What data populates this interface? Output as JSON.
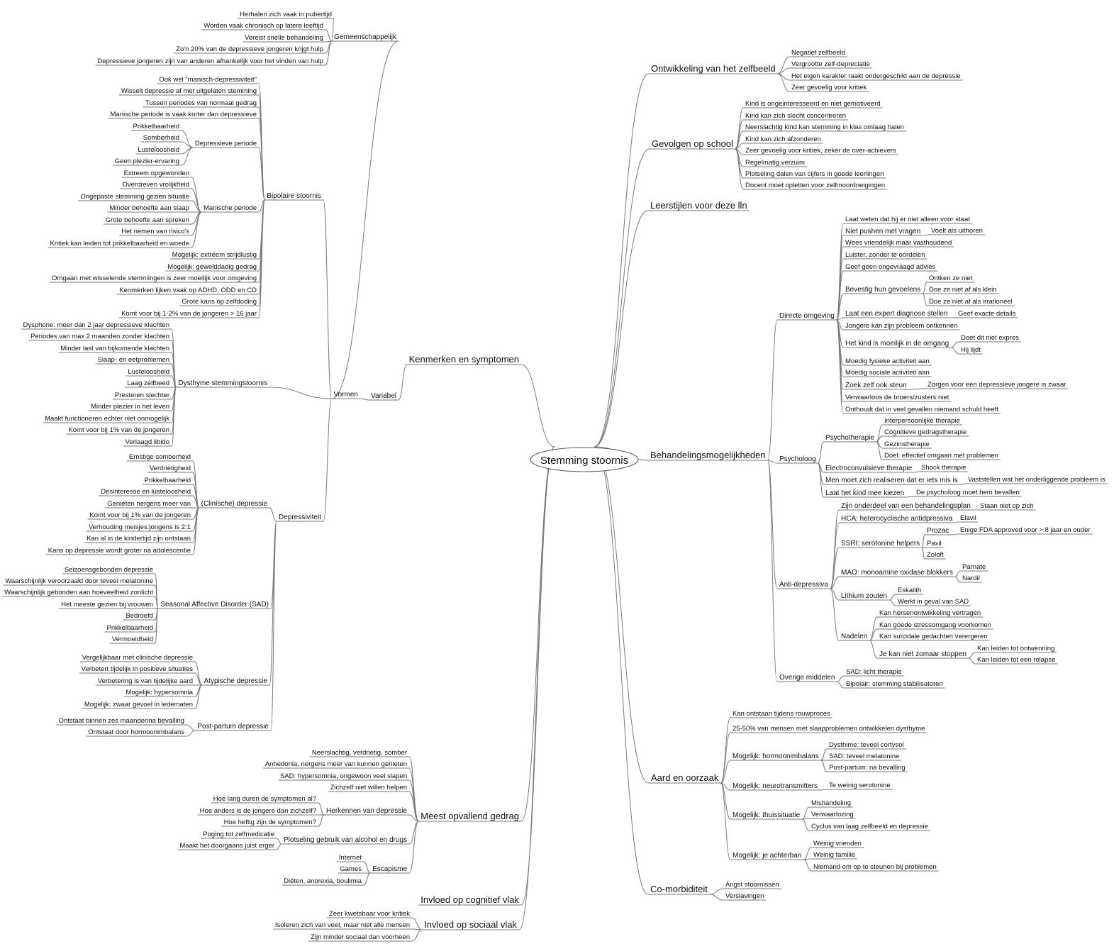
{
  "root": "Stemming stoornis",
  "left": [
    {
      "label": "Kenmerken en symptomen",
      "children": [
        {
          "label": "Variabel",
          "children": [
            {
              "label": "Vormen",
              "children": [
                {
                  "label": "Gemeenschappelijk",
                  "children": [
                    {
                      "label": "Herhalen zich vaak in pubertijd"
                    },
                    {
                      "label": "Worden vaak chronisch op latere leeftijd"
                    },
                    {
                      "label": "Vereist snelle behandeling"
                    },
                    {
                      "label": "Zo'n 20% van de depressieve jongeren krijgt hulp"
                    },
                    {
                      "label": "Depressieve jongeren zijn van anderen afhankelijk voor het vinden van hulp"
                    }
                  ]
                },
                {
                  "label": "Bipolaire stoornis",
                  "children": [
                    {
                      "label": "Ook wel \"manisch-depressiviteit\""
                    },
                    {
                      "label": "Wisselt depressie af met uitgelaten stemming"
                    },
                    {
                      "label": "Tussen periodes van normaal gedrag"
                    },
                    {
                      "label": "Manische periode is vaak korter dan depressieve"
                    },
                    {
                      "label": "Depressieve periode",
                      "children": [
                        {
                          "label": "Prikkelbaarheid"
                        },
                        {
                          "label": "Somberheid"
                        },
                        {
                          "label": "Lusteloosheid"
                        },
                        {
                          "label": "Geen plezier-ervaring"
                        }
                      ]
                    },
                    {
                      "label": "Manische periode",
                      "children": [
                        {
                          "label": "Extreem opgewonden"
                        },
                        {
                          "label": "Overdreven vrolijkheid"
                        },
                        {
                          "label": "Ongepaste stemming gezien situatie"
                        },
                        {
                          "label": "Minder behoefte aan slaap"
                        },
                        {
                          "label": "Grote behoefte aan spreken"
                        },
                        {
                          "label": "Het nemen van risico's"
                        },
                        {
                          "label": "Kritiek kan leiden tot prikkelbaarheid en woede"
                        }
                      ]
                    },
                    {
                      "label": "Mogelijk: extreem strijdlustig"
                    },
                    {
                      "label": "Mogelijk: gewelddadig gedrag"
                    },
                    {
                      "label": "Omgaan met wisselende stemmingen is zeer moeilijk voor omgeving"
                    },
                    {
                      "label": "Kenmerken lijken vaak op ADHD, ODD en CD"
                    },
                    {
                      "label": "Grote kans op zelfdoding"
                    },
                    {
                      "label": "Komt voor bij 1-2% van de jongeren > 16 jaar"
                    }
                  ]
                },
                {
                  "label": "Dysthyme stemmingstoornis",
                  "children": [
                    {
                      "label": "Dysphorie: meer dan 2 jaar depressieve klachten"
                    },
                    {
                      "label": "Periodes van max 2 maanden zonder klachten"
                    },
                    {
                      "label": "Minder last van bijkomende klachten"
                    },
                    {
                      "label": "Slaap- en eetproblemen"
                    },
                    {
                      "label": "Lusteloosheid"
                    },
                    {
                      "label": "Laag zelfbeed"
                    },
                    {
                      "label": "Presteren slechter"
                    },
                    {
                      "label": "Minder plezier in het leven"
                    },
                    {
                      "label": "Maakt functioneren echter niet onmogelijk"
                    },
                    {
                      "label": "Komt voor bij 1% van de jongeren"
                    },
                    {
                      "label": "Verlaagd libido"
                    }
                  ]
                },
                {
                  "label": "Depressiviteit",
                  "children": [
                    {
                      "label": "(Clinische) depressie",
                      "children": [
                        {
                          "label": "Ernstige somberheid"
                        },
                        {
                          "label": "Verdrietigheid"
                        },
                        {
                          "label": "Prikkelbaarheid"
                        },
                        {
                          "label": "Desinteresse en lusteloosheid"
                        },
                        {
                          "label": "Genieten nergens meer van"
                        },
                        {
                          "label": "Komt voor bij 1% van de jongeren"
                        },
                        {
                          "label": "Verhouding meisjes:jongens is 2:1"
                        },
                        {
                          "label": "Kan al in de kindertijd zijn ontstaan"
                        },
                        {
                          "label": "Kans op depressie wordt groter na adolescentie"
                        }
                      ]
                    },
                    {
                      "label": "Seasonal Affective Disorder (SAD)",
                      "children": [
                        {
                          "label": "Seizoensgebonden depressie"
                        },
                        {
                          "label": "Waarschijnlijk veroorzaakt door teveel melatonine"
                        },
                        {
                          "label": "Waarschijnlijk gebonden aan hoeveelheid zonlicht"
                        },
                        {
                          "label": "Het meeste gezien bij vrouwen"
                        },
                        {
                          "label": "Bedroefd"
                        },
                        {
                          "label": "Prikkelbaarheid"
                        },
                        {
                          "label": "Vermoeidheid"
                        }
                      ]
                    },
                    {
                      "label": "Atypische depressie",
                      "children": [
                        {
                          "label": "Vergelijkbaar met clinische depressie"
                        },
                        {
                          "label": "Verbetert tijdelijk in positieve situaties"
                        },
                        {
                          "label": "Verbetering is van tijdelijke aard"
                        },
                        {
                          "label": "Mogelijk: hypersomnia"
                        },
                        {
                          "label": "Mogelijk: zwaar gevoel in ledematen"
                        }
                      ]
                    },
                    {
                      "label": "Post-partum depressie",
                      "children": [
                        {
                          "label": "Ontstaat binnen zes maandenna bevalling"
                        },
                        {
                          "label": "Ontstaat door hormoonimbalans"
                        }
                      ]
                    }
                  ]
                }
              ]
            }
          ]
        }
      ]
    },
    {
      "label": "Meest opvallend gedrag",
      "children": [
        {
          "label": "Neerslachtig, verdrietig, somber"
        },
        {
          "label": "Anhedonia, nergens meer van kunnen genieten"
        },
        {
          "label": "SAD: hypersomnia, ongewoon veel slapen"
        },
        {
          "label": "Zichzelf niet willen helpen"
        },
        {
          "label": "Herkennen van depressie",
          "children": [
            {
              "label": "Hoe lang duren de symptomen al?"
            },
            {
              "label": "Hoe anders is de jongere dan zichzelf?"
            },
            {
              "label": "Hoe heftig zijn de symptomen?"
            }
          ]
        },
        {
          "label": "Plotseling gebruik van alcohol en drugs",
          "children": [
            {
              "label": "Poging tot zelfmedicatie"
            },
            {
              "label": "Maakt het doorgaans juist erger"
            }
          ]
        },
        {
          "label": "Escapisme",
          "children": [
            {
              "label": "Internet"
            },
            {
              "label": "Games"
            },
            {
              "label": "Diëten, anorexia, boulimia"
            }
          ]
        }
      ]
    },
    {
      "label": "Invloed op cognitief vlak"
    },
    {
      "label": "Invloed op sociaal vlak",
      "children": [
        {
          "label": "Zeer kwetsbaar voor kritiek"
        },
        {
          "label": "Isoleren zich van veel, maar niet alle mensen"
        },
        {
          "label": "Zijn minder sociaal dan voorheen"
        }
      ]
    }
  ],
  "right": [
    {
      "label": "Ontwikkeling van het zelfbeeld",
      "children": [
        {
          "label": "Negatief zelfbeeld"
        },
        {
          "label": "Vergrootte zelf-depreciatie"
        },
        {
          "label": "Het eigen karakter raakt ondergeschikt aan de depressie"
        },
        {
          "label": "Zeer gevoelig voor kritiek"
        }
      ]
    },
    {
      "label": "Gevolgen op school",
      "children": [
        {
          "label": "Kind is ongeinteresseerd en niet gemotiveerd"
        },
        {
          "label": "Kind kan zich slecht concentreren"
        },
        {
          "label": "Neerslachtig kind kan stemming in klas omlaag halen"
        },
        {
          "label": "Kind kan zich afzonderen"
        },
        {
          "label": "Zeer gevoelig voor kritiek, zeker de over-achievers"
        },
        {
          "label": "Regelmatig verzuim"
        },
        {
          "label": "Plotseling dalen van cijfers in goede leerlingen"
        },
        {
          "label": "Docent moet opletten voor zelfmoordneigingen"
        }
      ]
    },
    {
      "label": "Leerstijlen voor deze lln"
    },
    {
      "label": "Behandelingsmogelijkheden",
      "children": [
        {
          "label": "Directe omgeving",
          "children": [
            {
              "label": "Laat weten dat hij er niet alleen voor staat"
            },
            {
              "label": "Niet pushen met vragen",
              "children": [
                {
                  "label": "Voelt als uithoren"
                }
              ]
            },
            {
              "label": "Wees vriendelijk maar vasthoudend"
            },
            {
              "label": "Luister, zonder te oordelen"
            },
            {
              "label": "Geef geen ongevraagd advies"
            },
            {
              "label": "Bevestig hun gevoelens",
              "children": [
                {
                  "label": "Ontken ze niet"
                },
                {
                  "label": "Doe ze niet af als klein"
                },
                {
                  "label": "Doe ze niet af als irrationeel"
                }
              ]
            },
            {
              "label": "Laat een expert diagnose stellen",
              "children": [
                {
                  "label": "Geef exacte details"
                }
              ]
            },
            {
              "label": "Jongere kan zijn probleem ontkennen"
            },
            {
              "label": "Het kind is moeilijk in de omgang",
              "children": [
                {
                  "label": "Doet dit niet expres"
                },
                {
                  "label": "Hij lijdt"
                }
              ]
            },
            {
              "label": "Moedig fysieke activiteit aan"
            },
            {
              "label": "Moedig sociale activiteit aan"
            },
            {
              "label": "Zoek zelf ook steun",
              "children": [
                {
                  "label": "Zorgen voor een depressieve jongere is zwaar"
                }
              ]
            },
            {
              "label": "Verwaarloos de broers/zusters niet"
            },
            {
              "label": "Onthoudt dat in veel gevallen niemand schuld heeft"
            }
          ]
        },
        {
          "label": "Psycholoog",
          "children": [
            {
              "label": "Psychotherapie",
              "children": [
                {
                  "label": "Interpersoonlijke therapie"
                },
                {
                  "label": "Cognitieve gedragstherapie"
                },
                {
                  "label": "Gezinstherapie"
                },
                {
                  "label": "Doel: effectief omgaan met problemen"
                }
              ]
            },
            {
              "label": "Electroconvulsieve therapie",
              "children": [
                {
                  "label": "Shock therapie"
                }
              ]
            },
            {
              "label": "Men moet zich realiseren dat er iets mis is",
              "children": [
                {
                  "label": "Vaststellen wat het onderliggende probleem is"
                }
              ]
            },
            {
              "label": "Laat het kind mee kiezen",
              "children": [
                {
                  "label": "De psycholoog moet hem bevallen"
                }
              ]
            }
          ]
        },
        {
          "label": "Anti-depressiva",
          "children": [
            {
              "label": "Zijn onderdeel van een behandelingsplan",
              "children": [
                {
                  "label": "Staan niet op zich"
                }
              ]
            },
            {
              "label": "HCA: heterocyclische antidpressiva",
              "children": [
                {
                  "label": "Elavil"
                }
              ]
            },
            {
              "label": "SSRI: serotonine helpers",
              "children": [
                {
                  "label": "Prozac",
                  "children": [
                    {
                      "label": "Enige FDA approved voor > 8 jaar en ouder"
                    }
                  ]
                },
                {
                  "label": "Paxil"
                },
                {
                  "label": "Zoloft"
                }
              ]
            },
            {
              "label": "MAO: monoamine oxidase blokkers",
              "children": [
                {
                  "label": "Parnate"
                },
                {
                  "label": "Nardil"
                }
              ]
            },
            {
              "label": "Lithium zouten",
              "children": [
                {
                  "label": "Eskalith"
                },
                {
                  "label": "Werkt in geval van SAD"
                }
              ]
            },
            {
              "label": "Nadelen",
              "children": [
                {
                  "label": "Kan hersenontwikkeling vertragen"
                },
                {
                  "label": "Kan goede stressomgang voorkomen"
                },
                {
                  "label": "Kan suïcidale gedachten verergeren"
                },
                {
                  "label": "Je kan niet zomaar stoppen",
                  "children": [
                    {
                      "label": "Kan leiden tot ontwenning"
                    },
                    {
                      "label": "Kan leiden tot een relapse"
                    }
                  ]
                }
              ]
            }
          ]
        },
        {
          "label": "Overige middelen",
          "children": [
            {
              "label": "SAD: licht therapie"
            },
            {
              "label": "Bipolair: stemming stabilisatoren"
            }
          ]
        }
      ]
    },
    {
      "label": "Aard en oorzaak",
      "children": [
        {
          "label": "Kan ontstaan tijdens rouwproces"
        },
        {
          "label": "25-50% van mensen met slaapproblemen ontwikkelen dysthyme"
        },
        {
          "label": "Mogelijk: hormoonimbalans",
          "children": [
            {
              "label": "Dysthime: teveel cortysol"
            },
            {
              "label": "SAD: teveel melatonine"
            },
            {
              "label": "Post-partum: na bevalling"
            }
          ]
        },
        {
          "label": "Mogelijk: neurotransmitters",
          "children": [
            {
              "label": "Te weinig serotonine"
            }
          ]
        },
        {
          "label": "Mogelijk: thuissituatie",
          "children": [
            {
              "label": "Mishandeling"
            },
            {
              "label": "Verwaarlozing"
            },
            {
              "label": "Cyclus van laag zelfbeeld en depressie"
            }
          ]
        },
        {
          "label": "Mogelijk: je achterban",
          "children": [
            {
              "label": "Weinig vrienden"
            },
            {
              "label": "Weinig familie"
            },
            {
              "label": "Niemand om op te steunen bij problemen"
            }
          ]
        }
      ]
    },
    {
      "label": "Co-morbiditeit",
      "children": [
        {
          "label": "Angst stoornissen"
        },
        {
          "label": "Verslavingen"
        }
      ]
    }
  ]
}
